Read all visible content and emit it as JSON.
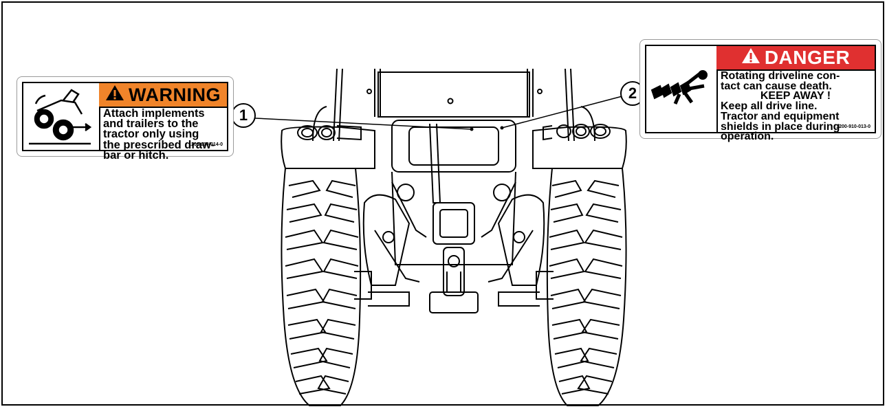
{
  "callouts": {
    "one": "1",
    "two": "2"
  },
  "warning_decal": {
    "header": "WARNING",
    "lines": [
      "Attach implements",
      "and trailers to the",
      "tractor only using",
      "the prescribed draw-",
      "bar or hitch."
    ],
    "code": "1200-910-014-0",
    "header_color": "#f0842a"
  },
  "danger_decal": {
    "header": "DANGER",
    "lines": [
      "Rotating driveline  con-",
      "tact can cause death.",
      "KEEP AWAY !",
      "Keep all drive line.",
      "Tractor and equipment",
      "shields in place during",
      "operation."
    ],
    "code": "1200-910-013-0",
    "header_color": "#e03030"
  }
}
